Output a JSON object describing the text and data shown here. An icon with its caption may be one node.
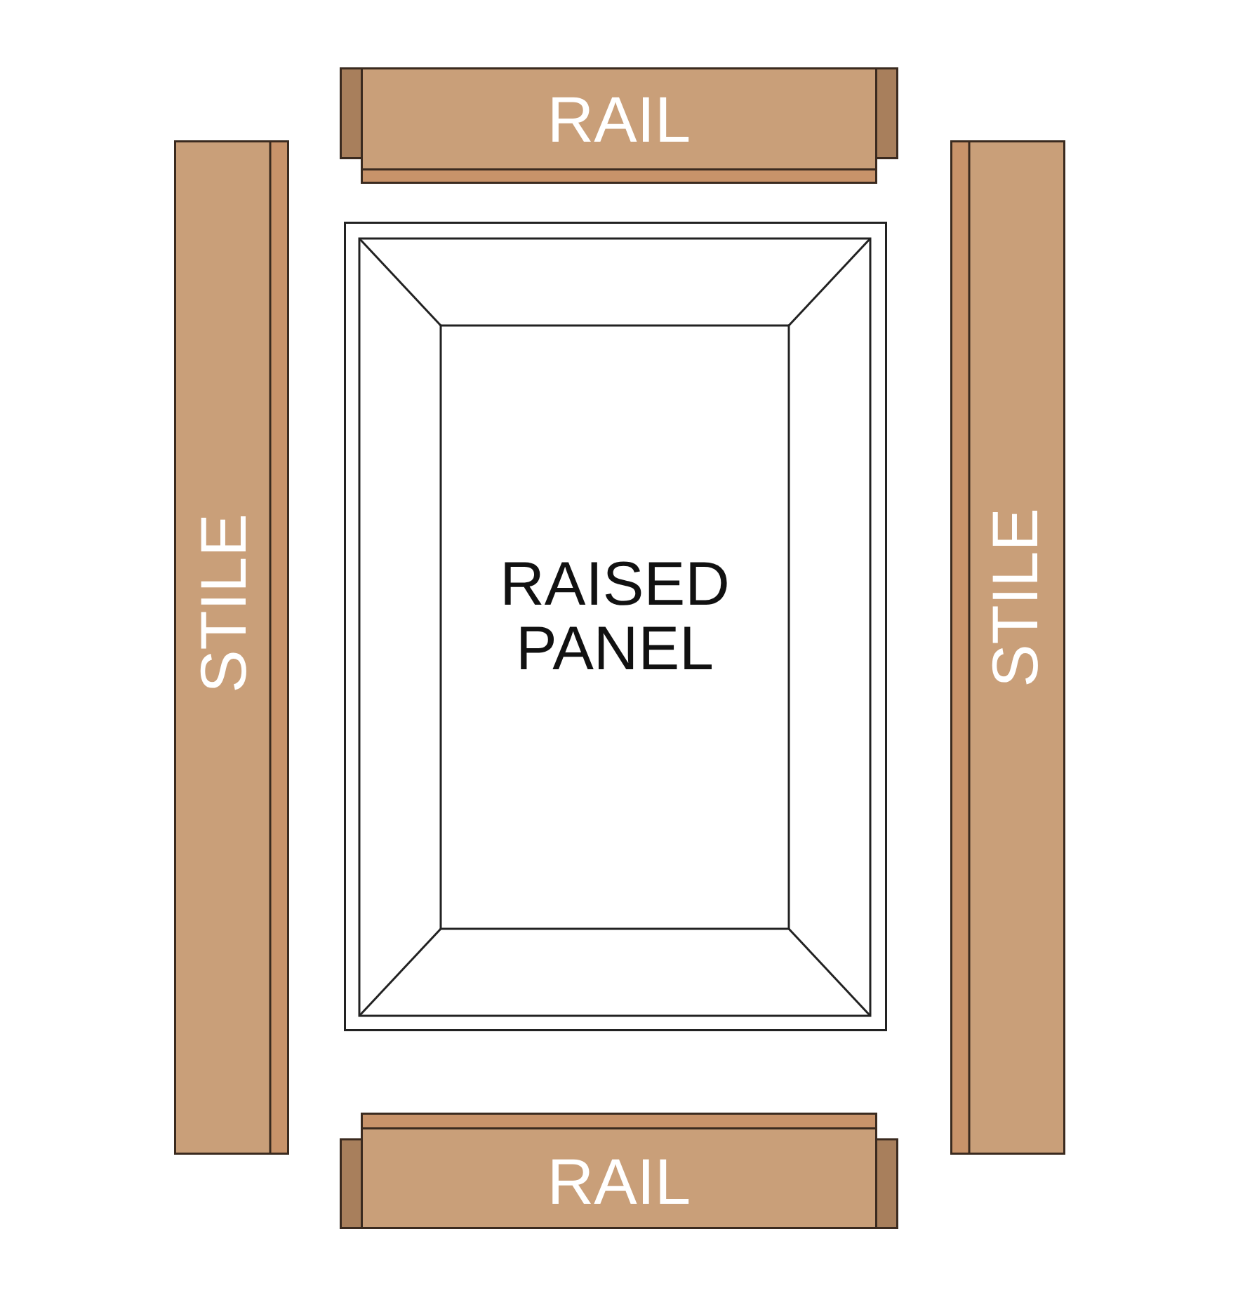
{
  "diagram": {
    "nodes": [
      {
        "text": [
          "RAIL"
        ]
      },
      {
        "text": [
          "STILE"
        ]
      },
      {
        "text": [
          "RAISED PANEL"
        ]
      },
      {
        "text": [
          "STILE"
        ]
      },
      {
        "text": [
          "RAIL"
        ]
      }
    ]
  }
}
